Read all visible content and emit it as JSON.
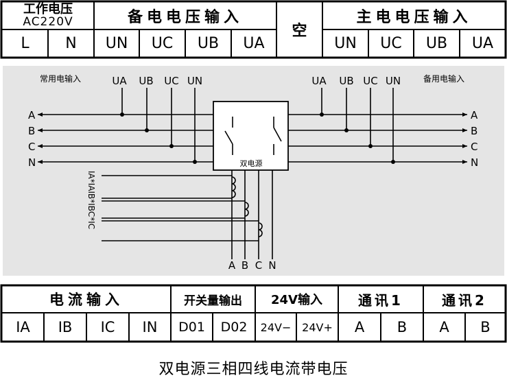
{
  "top_table": {
    "working_voltage": {
      "title_line1": "工作电压",
      "title_line2": "AC220V",
      "terminals": [
        "L",
        "N"
      ]
    },
    "backup_voltage": {
      "title": "备电电压输入",
      "terminals": [
        "UN",
        "UC",
        "UB",
        "UA"
      ]
    },
    "empty": {
      "label": "空"
    },
    "main_voltage": {
      "title": "主电电压输入",
      "terminals": [
        "UN",
        "UC",
        "UB",
        "UA"
      ]
    }
  },
  "diagram": {
    "left_source_label": "常用电输入",
    "right_source_label": "备用电输入",
    "left_taps": [
      "UA",
      "UB",
      "UC",
      "UN"
    ],
    "right_taps": [
      "UA",
      "UB",
      "UC",
      "UN"
    ],
    "left_lines": [
      "A",
      "B",
      "C",
      "N"
    ],
    "right_lines": [
      "A",
      "B",
      "C",
      "N"
    ],
    "switch_box_label": "双电源",
    "output_labels": [
      "A",
      "B",
      "C",
      "N"
    ],
    "ct_labels_vertical": "IA*IAIB*IBC*IC"
  },
  "bottom_table": {
    "current_input": {
      "title": "电流输入",
      "terminals": [
        "IA",
        "IB",
        "IC",
        "IN"
      ]
    },
    "switch_output": {
      "title": "开关量输出",
      "terminals": [
        "D01",
        "D02"
      ]
    },
    "dc24_input": {
      "title": "24V输入",
      "terminals": [
        "24V−",
        "24V+"
      ]
    },
    "comm1": {
      "title": "通讯1",
      "terminals": [
        "A",
        "B"
      ]
    },
    "comm2": {
      "title": "通讯2",
      "terminals": [
        "A",
        "B"
      ]
    }
  },
  "caption": "双电源三相四线电流带电压"
}
